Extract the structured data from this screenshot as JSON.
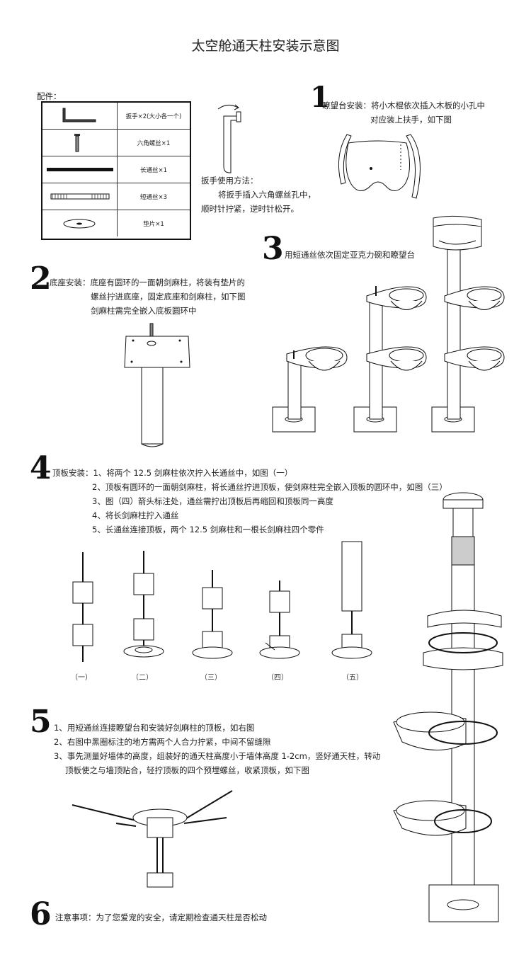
{
  "title": "太空舱通天柱安装示意图",
  "parts": {
    "heading": "配件：",
    "items": [
      {
        "label": "扳手×2(大小各一个)",
        "icon": "hex-wrench-icon"
      },
      {
        "label": "六角螺丝×1",
        "icon": "hex-screw-icon"
      },
      {
        "label": "长通丝×1",
        "icon": "long-rod-icon"
      },
      {
        "label": "短通丝×3",
        "icon": "short-threaded-rod-icon"
      },
      {
        "label": "垫片×1",
        "icon": "washer-icon"
      }
    ]
  },
  "wrench": {
    "heading": "扳手使用方法：",
    "line1": "将扳手插入六角螺丝孔中，",
    "line2": "顺时针拧紧，逆时针松开。"
  },
  "step1": {
    "num": "1",
    "line1": "瞭望台安装：将小木棍依次插入木板的小孔中",
    "line2": "对应装上扶手，如下图"
  },
  "step2": {
    "num": "2",
    "line1": "底座安装：底座有圆环的一面朝剑麻柱，将装有垫片的",
    "line2": "螺丝拧进底座，固定底座和剑麻柱，如下图",
    "line3": "剑麻柱需完全嵌入底板圆环中"
  },
  "step3": {
    "num": "3",
    "line1": "用短通丝依次固定亚克力碗和瞭望台"
  },
  "step4": {
    "num": "4",
    "line1": "顶板安装：1、将两个 12.5 剑麻柱依次拧入长通丝中，如图（一）",
    "line2": "2、顶板有圆环的一面朝剑麻柱，将长通丝拧进顶板，使剑麻柱完全嵌入顶板的圆环中，如图（三）",
    "line3": "3、图（四）箭头标注处，通丝需拧出顶板后再缩回和顶板同一高度",
    "line4": "4、将长剑麻柱拧入通丝",
    "line5": "5、长通丝连接顶板，两个 12.5 剑麻柱和一根长剑麻柱四个零件",
    "figs": [
      "（一）",
      "（二）",
      "（三）",
      "（四）",
      "（五）"
    ]
  },
  "step5": {
    "num": "5",
    "line1": "1、用短通丝连接瞭望台和安装好剑麻柱的顶板，如右图",
    "line2": "2、右图中黑圈标注的地方需两个人合力拧紧，中间不留缝隙",
    "line3": "3、事先测量好墙体的高度，组装好的通天柱高度小于墙体高度 1-2cm，竖好通天柱，转动",
    "line4": "顶板使之与墙顶贴合，轻拧顶板的四个预埋螺丝，收紧顶板，如下图"
  },
  "step6": {
    "num": "6",
    "line1": "注意事项：为了您爱宠的安全，请定期检查通天柱是否松动"
  }
}
